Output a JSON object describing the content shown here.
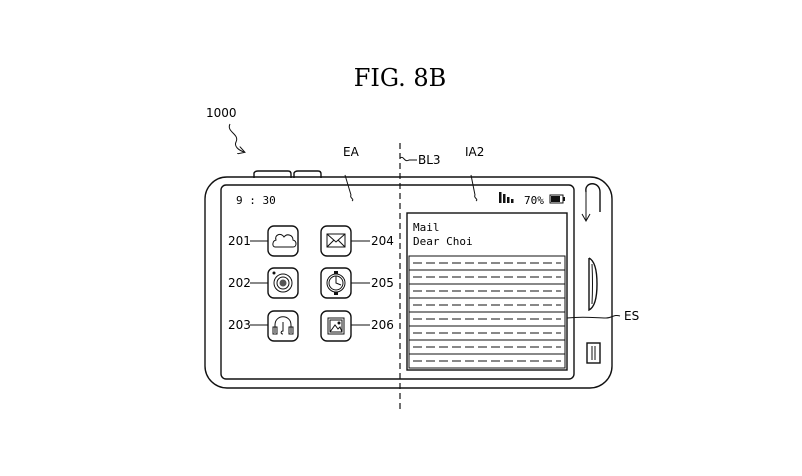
{
  "figure": {
    "title": "FIG. 8B",
    "device_ref": "1000"
  },
  "labels": {
    "edge_area": "EA",
    "boundary_line": "BL3",
    "display_area": "IA2",
    "edit_screen": "ES"
  },
  "status_bar": {
    "time": "9 : 30",
    "battery": "70%",
    "signal_icon": "signal-bars-icon",
    "battery_icon": "battery-icon"
  },
  "apps": [
    {
      "ref": "201",
      "icon": "cloud-icon"
    },
    {
      "ref": "202",
      "icon": "camera-icon"
    },
    {
      "ref": "203",
      "icon": "headphones-icon"
    },
    {
      "ref": "204",
      "icon": "envelope-icon"
    },
    {
      "ref": "205",
      "icon": "clock-icon"
    },
    {
      "ref": "206",
      "icon": "picture-icon"
    }
  ],
  "mail_window": {
    "app_name": "Mail",
    "greeting": "Dear Choi"
  }
}
